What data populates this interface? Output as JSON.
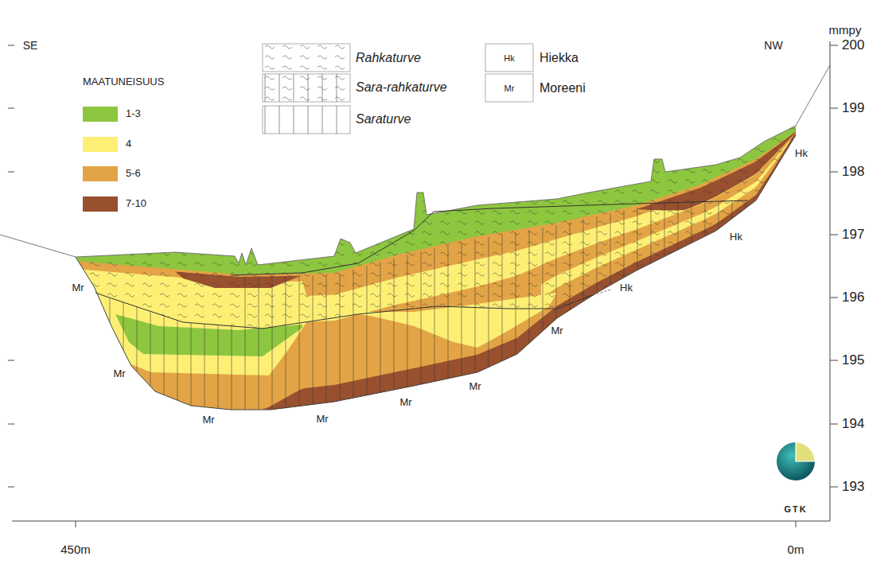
{
  "diagram": {
    "labels": [
      "SE",
      "NW",
      "mmpy",
      "200",
      "199",
      "198",
      "197",
      "196",
      "195",
      "194",
      "193",
      "MAATUNEISUUS",
      "Hk",
      "Mr",
      "Mr",
      "Mr",
      "Mr",
      "Mr",
      "Mr",
      "Mr",
      "Mr",
      "Hk",
      "Hk",
      "Hk",
      "450m",
      "0m",
      "GTK"
    ],
    "legend": [
      {
        "text": "1-3",
        "color": "#8dc63f"
      },
      {
        "text": "4",
        "color": "#fcef74"
      },
      {
        "text": "5-6",
        "color": "#e3a445"
      },
      {
        "text": "7-10",
        "color": "#98502e"
      },
      {
        "text": "Rahkaturve"
      },
      {
        "text": "Sara-rahkaturve"
      },
      {
        "text": "Saraturve"
      },
      {
        "text": "Hiekka"
      },
      {
        "text": "Moreeni"
      }
    ]
  }
}
